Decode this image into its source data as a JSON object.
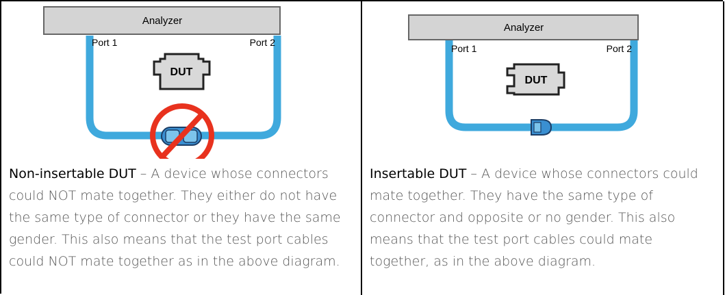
{
  "left_panel": {
    "analyzer_label": "Analyzer",
    "port1_label": "Port 1",
    "port2_label": "Port 2",
    "dut_label": "DUT",
    "caption_term": "Non-insertable DUT",
    "caption_text": " – A device whose connectors could NOT mate together. They either do not have the same type of connector or they have the same gender. This also means that the test port cables could NOT mate together as in the above diagram."
  },
  "right_panel": {
    "analyzer_label": "Analyzer",
    "port1_label": "Port 1",
    "port2_label": "Port 2",
    "dut_label": "DUT",
    "caption_term": "Insertable DUT",
    "caption_text": " – A device whose connectors could mate together. They have the same type of connector and opposite or no gender. This also means that the test port cables could mate together, as in the above diagram."
  },
  "colors": {
    "cable": "#3fa9dd",
    "analyzer_fill": "#d4d4d4",
    "dut_fill": "#d9d9d9",
    "no_sign": "#e8321e"
  }
}
